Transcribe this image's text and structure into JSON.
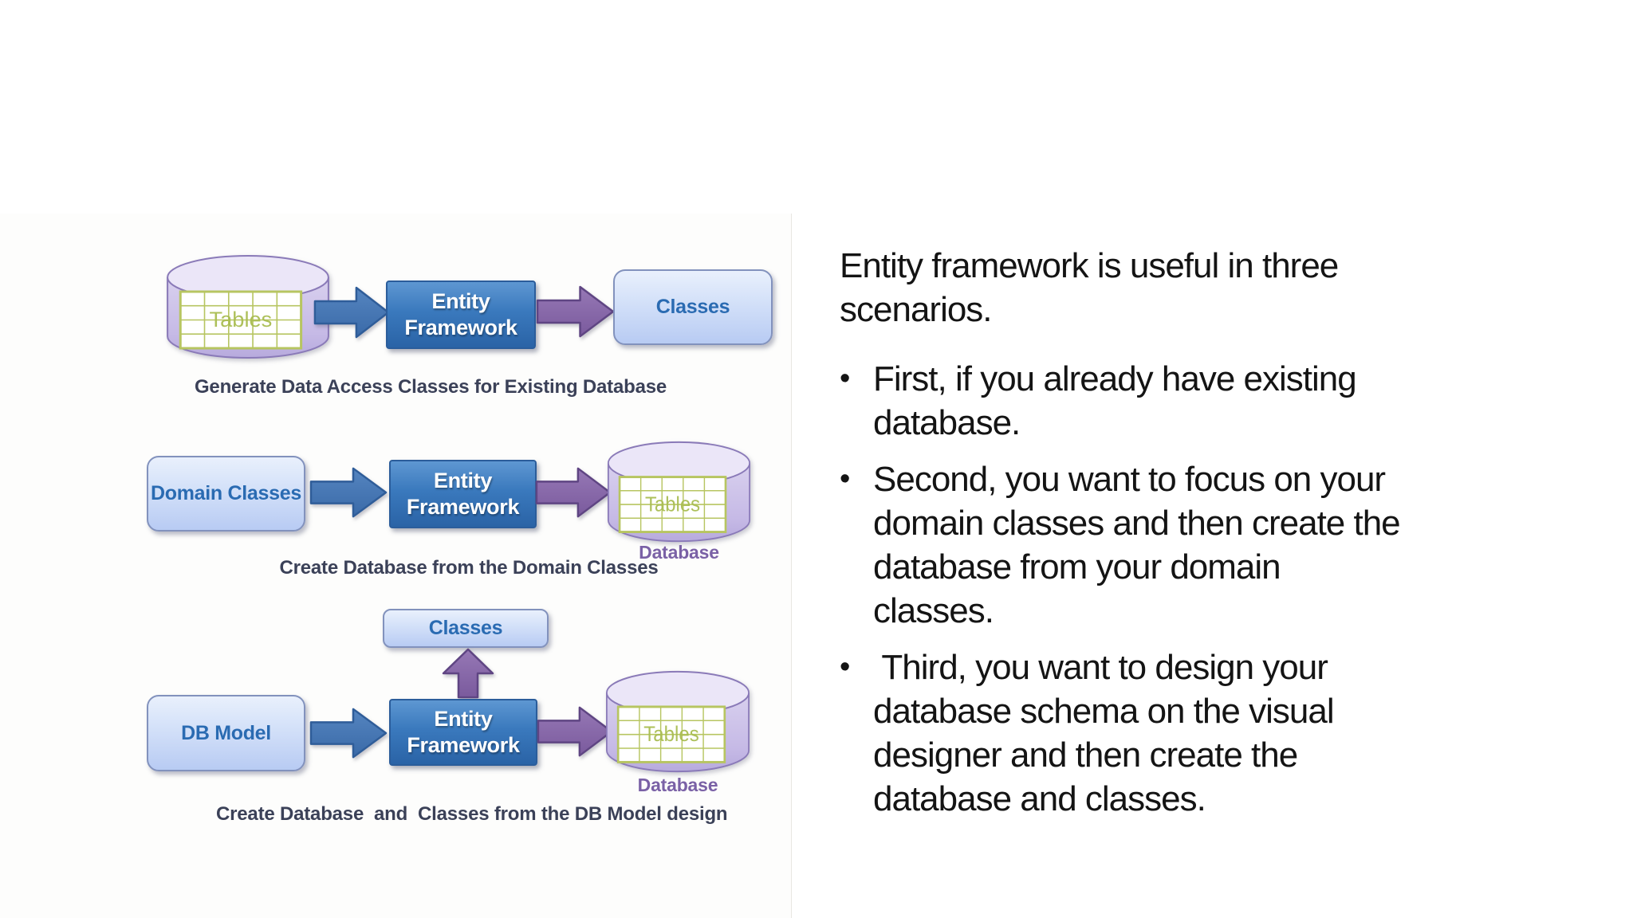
{
  "colors": {
    "background": "#ffffff",
    "entity_box_blue_top": "#5e97d2",
    "entity_box_blue_bottom": "#2a63a6",
    "light_box_top": "#e9f0fc",
    "light_box_bottom": "#b8cbf3",
    "box_label_blue": "#2a6bb2",
    "blue_arrow": "#4478b5",
    "purple_arrow": "#8768a8",
    "cylinder_body": "#cfc5ea",
    "cylinder_top": "#ebe6f8",
    "cylinder_border": "#8a7ab8",
    "table_grid_green": "#b7c561",
    "tables_text_green": "#a9bd52",
    "caption_color": "#3b4158",
    "database_label_purple": "#7a61a6",
    "body_text_color": "#141414"
  },
  "diagram1": {
    "cylinder_label": "Tables",
    "entity_line1": "Entity",
    "entity_line2": "Framework",
    "target_label": "Classes",
    "caption": "Generate Data Access Classes for Existing Database"
  },
  "diagram2": {
    "source_label": "Domain Classes",
    "entity_line1": "Entity",
    "entity_line2": "Framework",
    "cylinder_label": "Tables",
    "database_label": "Database",
    "caption": "Create Database from the Domain Classes"
  },
  "diagram3": {
    "top_label": "Classes",
    "source_label": "DB Model",
    "entity_line1": "Entity",
    "entity_line2": "Framework",
    "cylinder_label": "Tables",
    "database_label": "Database",
    "caption": "Create Database  and  Classes from the DB Model design"
  },
  "text_panel": {
    "bullet_char": "•",
    "intro_lines": [
      "Entity framework is useful in three",
      "scenarios."
    ],
    "bullets": [
      {
        "lines": [
          "First, if you already have existing",
          "database."
        ]
      },
      {
        "lines": [
          "Second, you want to focus on your",
          "domain classes and then create the",
          "database from your domain",
          "classes."
        ]
      },
      {
        "lines": [
          " Third, you want to design your",
          "database schema on the visual",
          "designer and then create the",
          "database and classes."
        ]
      }
    ]
  }
}
